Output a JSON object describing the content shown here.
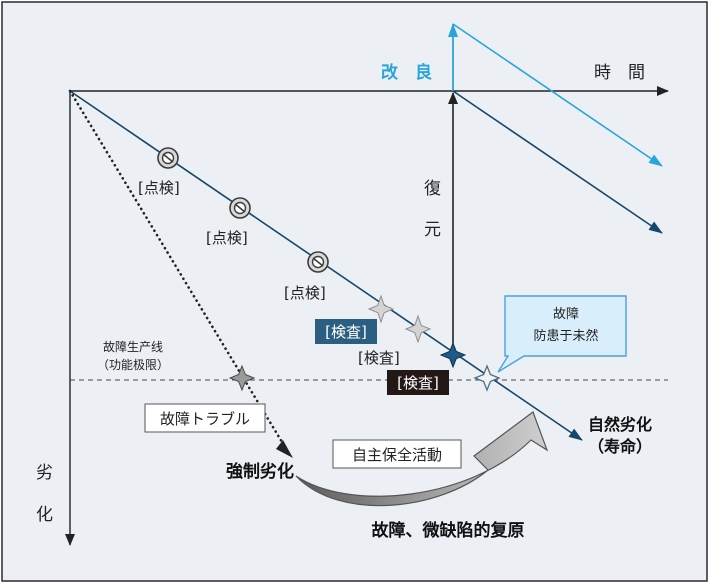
{
  "axes": {
    "time_label": "時　間",
    "deterioration_chars": [
      "劣",
      "化"
    ]
  },
  "improvement_label": "改　良",
  "restore_chars": [
    "復",
    "元"
  ],
  "inspections": [
    "[点検]",
    "[点検]",
    "[点検]"
  ],
  "checks": [
    "[検査]",
    "[検査]",
    "[検査]"
  ],
  "failure_line": {
    "line1": "故障生产线",
    "line2": "（功能极限）"
  },
  "trouble_label": "故障トラブル",
  "forced_deterioration_label": "強制劣化",
  "autonomous_maintenance_label": "自主保全活動",
  "natural_deterioration": {
    "line1": "自然劣化",
    "line2": "（寿命）"
  },
  "prevention_callout": {
    "line1": "故障",
    "line2": "防患于未然"
  },
  "bottom_caption": "故障、微缺陷的复原",
  "colors": {
    "frame_bg": "#ecf0f5",
    "navy_line": "#14476a",
    "light_blue": "#2aa5dc",
    "check_dark_bg": "#2b5f82",
    "check_black_bg": "#231815",
    "callout_fill": "#d9eefb",
    "callout_border": "#4aa3d8",
    "gray_arrow": "#8c8c8c"
  }
}
